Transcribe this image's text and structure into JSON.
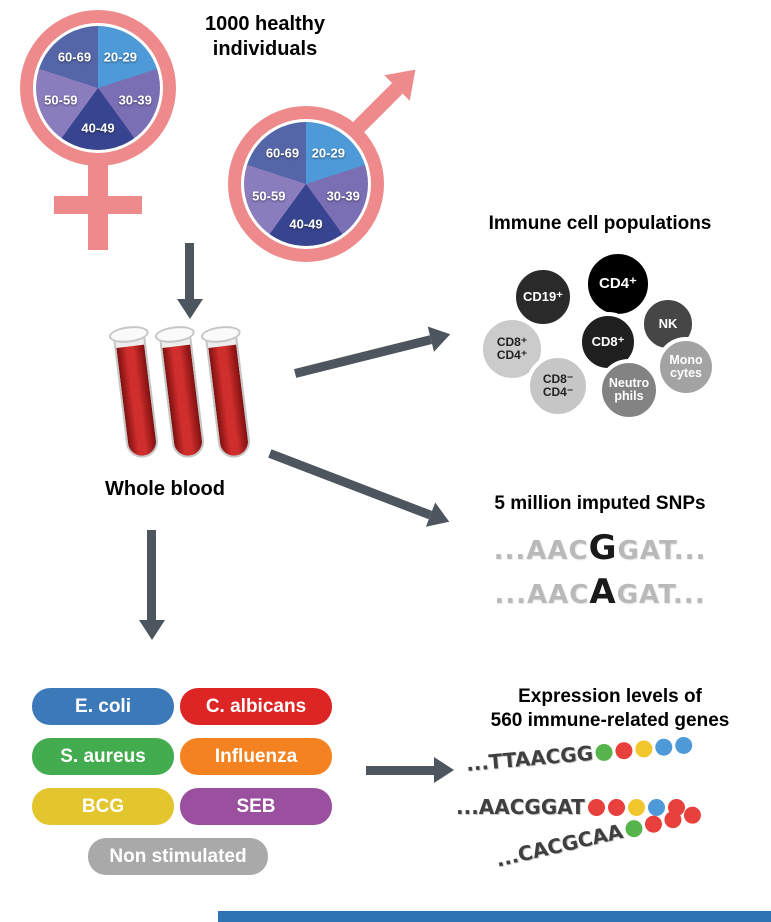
{
  "colors": {
    "pink": "#ee8a8c",
    "arrow": "#4d565e",
    "blood1": "#cf2e2c",
    "blood2": "#7e1010",
    "seqgray": "#b9b9b9",
    "seqdark": "#1a1a1a",
    "barblue": "#2e74b5"
  },
  "header": {
    "title": "1000 healthy\nindividuals"
  },
  "age_pie": {
    "segments": [
      {
        "label": "20-29",
        "color": "#4e9ad8"
      },
      {
        "label": "30-39",
        "color": "#7a6fb4"
      },
      {
        "label": "40-49",
        "color": "#37448f"
      },
      {
        "label": "50-59",
        "color": "#8b7cbd"
      },
      {
        "label": "60-69",
        "color": "#5566a8"
      }
    ]
  },
  "blood": {
    "label": "Whole blood"
  },
  "immune_cells": {
    "title": "Immune cell populations",
    "cells": [
      {
        "label": "CD19⁺",
        "color": "#2a2a2a",
        "text_color": "#ffffff"
      },
      {
        "label": "CD4⁺",
        "color": "#000000",
        "text_color": "#ffffff"
      },
      {
        "label": "NK",
        "color": "#464646",
        "text_color": "#ffffff"
      },
      {
        "label": "CD8⁺",
        "color": "#1f1f1f",
        "text_color": "#ffffff"
      },
      {
        "label": "CD8⁺\nCD4⁺",
        "color": "#cbcbcb",
        "text_color": "#222222"
      },
      {
        "label": "Mono\ncytes",
        "color": "#a3a3a3",
        "text_color": "#ffffff"
      },
      {
        "label": "Neutro\nphils",
        "color": "#838383",
        "text_color": "#ffffff"
      },
      {
        "label": "CD8⁻\nCD4⁻",
        "color": "#c6c6c6",
        "text_color": "#222222"
      }
    ]
  },
  "snps": {
    "title": "5 million imputed SNPs",
    "sequences": [
      {
        "prefix": "...AAC",
        "highlight": "G",
        "suffix": "GAT..."
      },
      {
        "prefix": "...AAC",
        "highlight": "A",
        "suffix": "GAT..."
      }
    ]
  },
  "stimuli": {
    "items": [
      {
        "label": "E. coli",
        "color": "#3c79b8"
      },
      {
        "label": "C. albicans",
        "color": "#dd2526"
      },
      {
        "label": "S. aureus",
        "color": "#43ac4e"
      },
      {
        "label": "Influenza",
        "color": "#f58220"
      },
      {
        "label": "BCG",
        "color": "#e3c52e"
      },
      {
        "label": "SEB",
        "color": "#9b4f9f"
      },
      {
        "label": "Non stimulated",
        "color": "#a9a9a9"
      }
    ]
  },
  "expression": {
    "title": "Expression levels of\n560 immune-related genes",
    "rows": [
      {
        "seq": "...TTAACGG",
        "dots": [
          "#56b44c",
          "#e8403c",
          "#f2c72e",
          "#4e9ad8",
          "#4e9ad8"
        ]
      },
      {
        "seq": "...AACGGAT",
        "dots": [
          "#e8403c",
          "#e8403c",
          "#f2c72e",
          "#4e9ad8",
          "#e8403c"
        ]
      },
      {
        "seq": "...CACGCAA",
        "dots": [
          "#56b44c",
          "#e8403c",
          "#e8403c",
          "#e8403c"
        ]
      }
    ]
  }
}
